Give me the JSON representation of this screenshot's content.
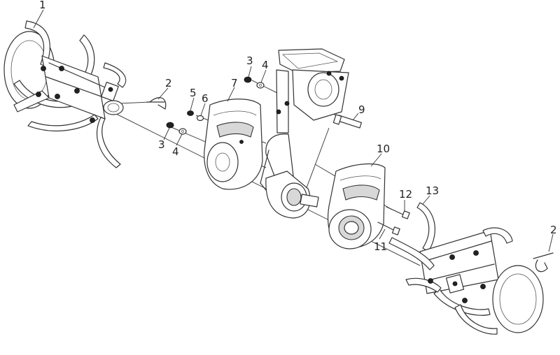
{
  "callouts": {
    "c1": "1",
    "c2a": "2",
    "c3a": "3",
    "c4a": "4",
    "c5": "5",
    "c6": "6",
    "c7": "7",
    "c3b": "3",
    "c4b": "4",
    "c9": "9",
    "c10": "10",
    "c12": "12",
    "c13": "13",
    "c2b": "2",
    "c11": "11"
  }
}
